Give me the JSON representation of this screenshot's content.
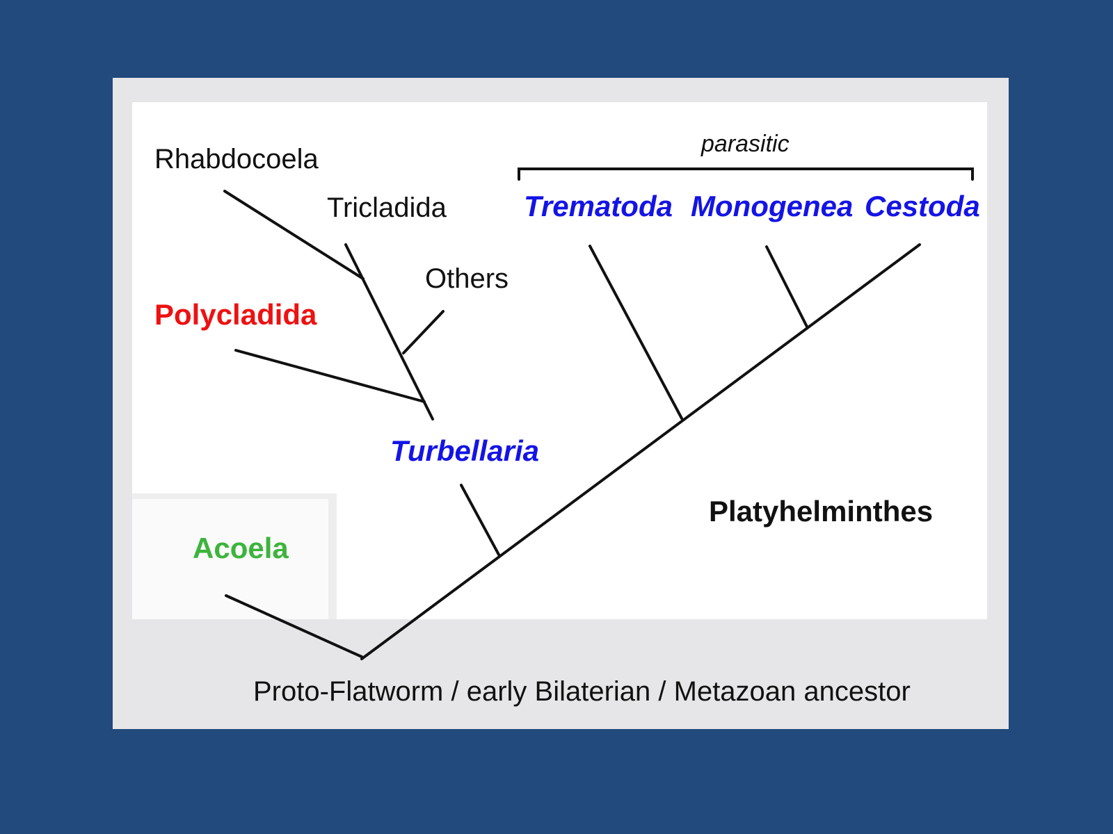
{
  "colors": {
    "background": "#224a7c",
    "panel": "#e6e6e8",
    "blue_labels": "#1414e6",
    "red_label": "#ee1111",
    "green_label": "#3cb43c"
  },
  "diagram": {
    "taxa": {
      "rhabdocoela": "Rhabdocoela",
      "tricladida": "Tricladida",
      "others": "Others",
      "polycladida": "Polycladida",
      "turbellaria": "Turbellaria",
      "trematoda": "Trematoda",
      "monogenea": "Monogenea",
      "cestoda": "Cestoda",
      "acoela": "Acoela"
    },
    "group_label": "Platyhelminthes",
    "bracket_label": "parasitic",
    "root_label": "Proto-Flatworm / early Bilaterian / Metazoan ancestor"
  }
}
